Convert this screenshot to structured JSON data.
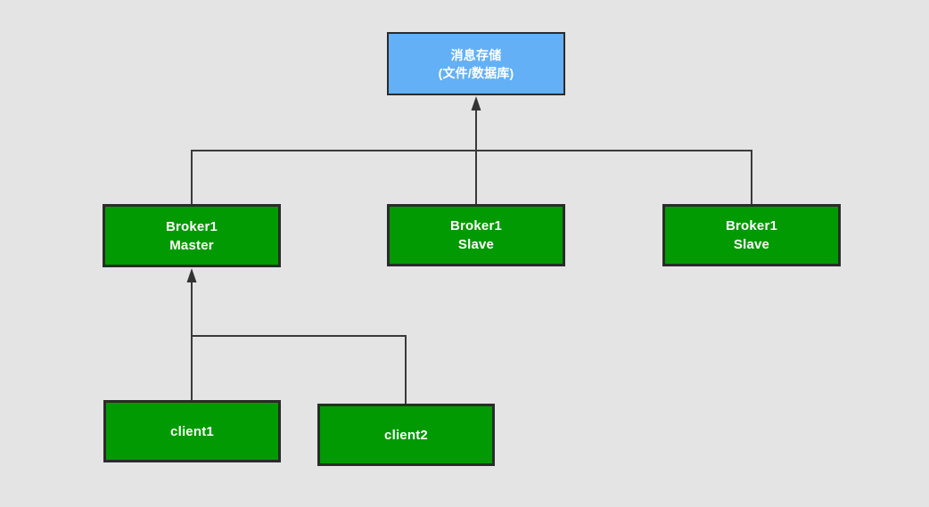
{
  "diagram": {
    "description": "Broker replication and message storage diagram",
    "background": "#e4e4e4",
    "colors": {
      "storage_fill": "#64b0f6",
      "broker_fill": "#029a02",
      "box_border": "#2b2b2b",
      "line": "#3a3a3a",
      "text": "#ffffff"
    },
    "nodes": {
      "storage": {
        "line1": "消息存储",
        "line2": "(文件/数据库)"
      },
      "master": {
        "line1": "Broker1",
        "line2": "Master"
      },
      "slave1": {
        "line1": "Broker1",
        "line2": "Slave"
      },
      "slave2": {
        "line1": "Broker1",
        "line2": "Slave"
      },
      "client1": {
        "line1": "client1"
      },
      "client2": {
        "line1": "client2"
      }
    },
    "edges": [
      {
        "from": "slave1",
        "to": "storage",
        "arrow": true
      },
      {
        "from": "master",
        "to": "storage-bus",
        "arrow": false
      },
      {
        "from": "slave2",
        "to": "storage-bus",
        "arrow": false
      },
      {
        "from": "client1",
        "to": "master",
        "arrow": true
      },
      {
        "from": "client2",
        "to": "master",
        "arrow": false
      }
    ]
  }
}
